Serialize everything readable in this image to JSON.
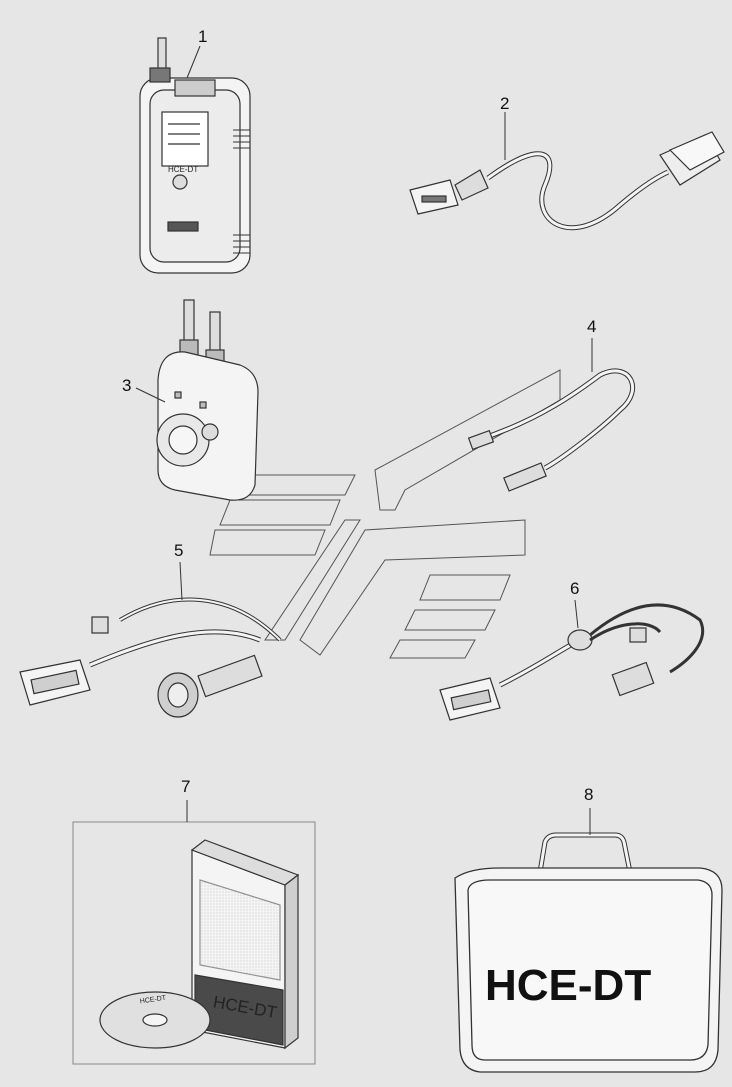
{
  "callouts": [
    "1",
    "2",
    "3",
    "4",
    "5",
    "6",
    "7",
    "8"
  ],
  "device_label": "HCE-DT",
  "book_title": "HCE-DT",
  "cd_label": "HCE-DT",
  "case_label": "HCE-DT",
  "colors": {
    "background": "#e6e6e6",
    "line": "#333333",
    "fill_light": "#f4f4f4",
    "fill_mid": "#cfcfcf",
    "fill_dark": "#4a4a4a"
  }
}
